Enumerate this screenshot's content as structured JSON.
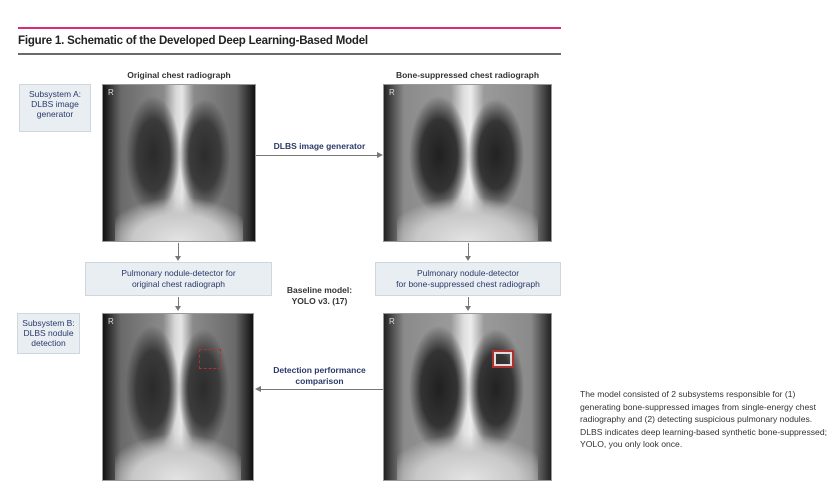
{
  "figure": {
    "title": "Figure 1. Schematic of the Developed Deep Learning-Based Model",
    "original_label": "Original chest radiograph",
    "bone_suppressed_label": "Bone-suppressed chest radiograph",
    "subsystem_a": [
      "Subsystem A:",
      "DLBS image",
      "generator"
    ],
    "subsystem_b": [
      "Subsystem B:",
      "DLBS nodule",
      "detection"
    ],
    "generator_arrow_label": "DLBS image generator",
    "detector_original": [
      "Pulmonary nodule-detector for",
      "original chest radiograph"
    ],
    "detector_bone_suppressed": [
      "Pulmonary nodule-detector",
      "for bone-suppressed chest radiograph"
    ],
    "baseline_model": [
      "Baseline model:",
      "YOLO v3. (17)"
    ],
    "comparison_label": [
      "Detection performance",
      "comparison"
    ],
    "radiograph_marker": "R",
    "caption": "The model consisted of 2 subsystems responsible for (1) generating bone-suppressed images from single-energy chest radiography and (2) detecting suspicious pulmonary nodules. DLBS indicates deep learning-based synthetic bone-suppressed; YOLO, you only look once."
  },
  "colors": {
    "accent": "#e0287a",
    "box_fill": "#e9eef3",
    "nodule_box": "#b03030"
  }
}
